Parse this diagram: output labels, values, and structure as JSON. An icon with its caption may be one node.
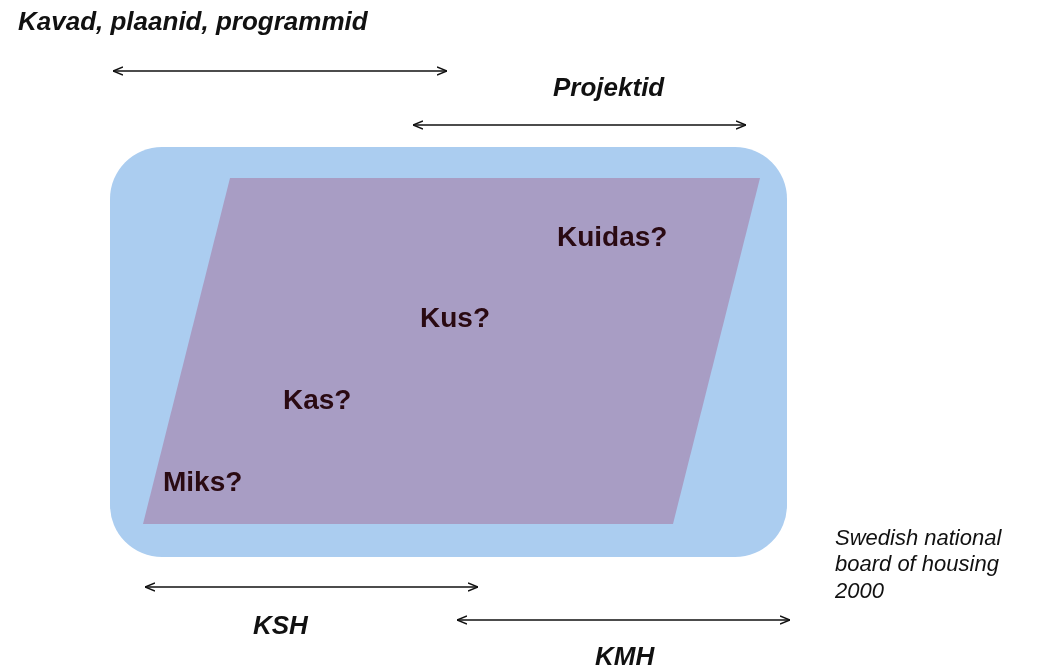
{
  "diagram": {
    "nodes": [
      {
        "text": [],
        "shape": "box"
      },
      {
        "text": [
          "Kuidas?",
          "Kus?",
          "Kas?",
          "Miks?"
        ],
        "in": 0
      }
    ],
    "labels": [
      "Kavad, plaanid, programmid",
      "Projektid",
      "KSH",
      "KMH",
      "Swedish national board of housing 2000"
    ]
  }
}
